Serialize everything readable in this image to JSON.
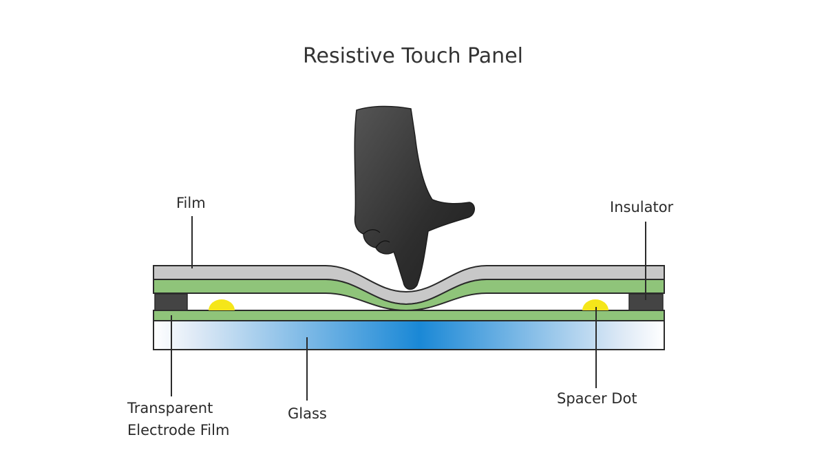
{
  "title": "Resistive Touch Panel",
  "labels": {
    "film": "Film",
    "insulator": "Insulator",
    "transparent_electrode_line1": "Transparent",
    "transparent_electrode_line2": "Electrode Film",
    "glass": "Glass",
    "spacer_dot": "Spacer Dot"
  },
  "icons": {
    "finger": "pointing-hand-icon"
  },
  "colors": {
    "film": "#c8c8c8",
    "electrode_film": "#8fc47a",
    "insulator": "#444444",
    "spacer_dot": "#f5e61a",
    "glass_center": "#1a88d6",
    "glass_edge": "#e8f1fa",
    "hand": "#3c3c3c",
    "outline": "#2a2a2a"
  }
}
